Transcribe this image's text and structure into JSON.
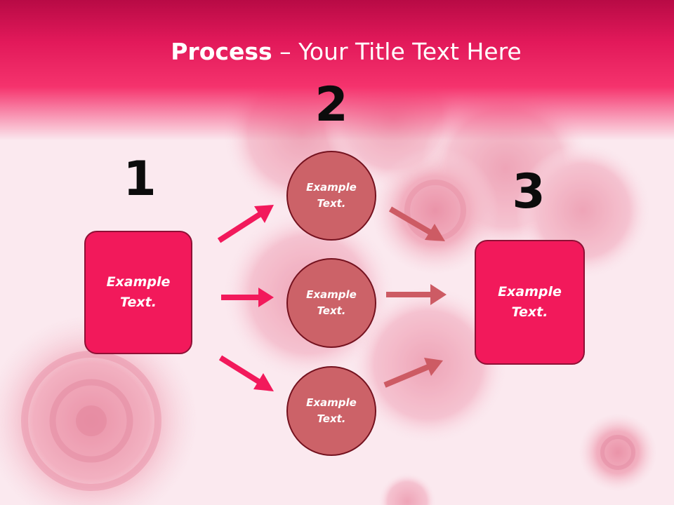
{
  "slide": {
    "title_bold": "Process",
    "title_rest": " – Your Title Text Here"
  },
  "steps": {
    "one": "1",
    "two": "2",
    "three": "3"
  },
  "nodes": {
    "left_box": "Example Text.",
    "circle_top": "Example Text.",
    "circle_middle": "Example Text.",
    "circle_bottom": "Example Text.",
    "right_box": "Example Text."
  },
  "colors": {
    "header": "#e2195a",
    "box_fill": "#f2195b",
    "circle_fill": "#cc6268",
    "arrow_pink": "#f2195b",
    "arrow_rose": "#cd5b64",
    "background": "#fbe9ef"
  }
}
